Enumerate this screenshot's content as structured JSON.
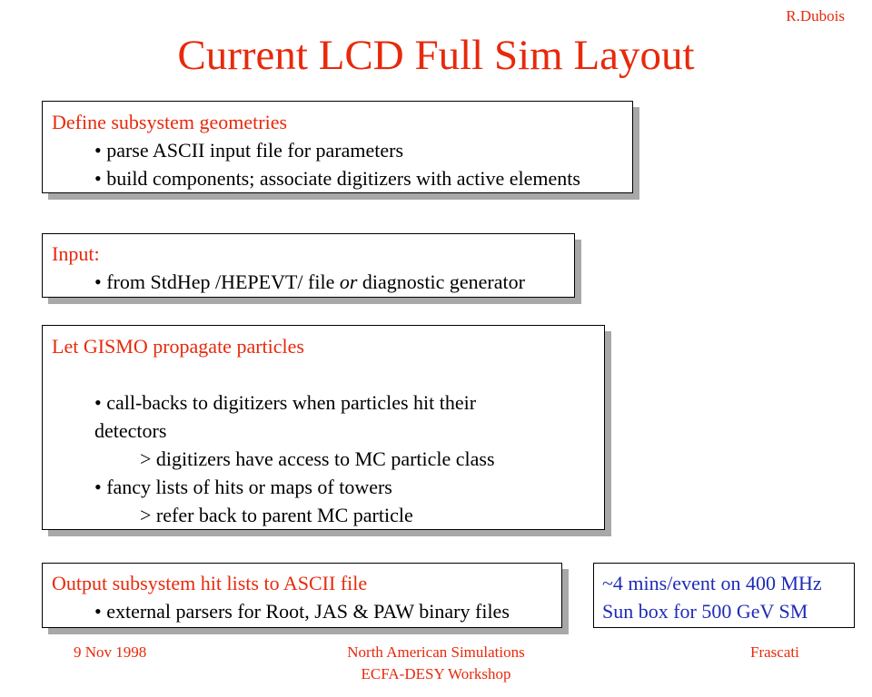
{
  "author": "R.Dubois",
  "title": "Current LCD Full Sim Layout",
  "box1": {
    "heading": "Define subsystem geometries",
    "bullets": [
      "• parse ASCII input file for parameters",
      "• build components; associate digitizers with active elements"
    ]
  },
  "box2": {
    "heading": "Input:",
    "bullet_pre": "• from StdHep /HEPEVT/ file ",
    "bullet_em": "or",
    "bullet_post": " diagnostic generator"
  },
  "box3": {
    "heading": "Let GISMO propagate particles",
    "lines": [
      "•  call-backs to digitizers when particles hit their",
      "detectors",
      "> digitizers have access to MC particle class",
      "• fancy lists of hits or maps of towers",
      "> refer back to parent MC particle"
    ]
  },
  "box4": {
    "heading": "Output subsystem hit lists to ASCII file",
    "bullets": [
      "• external parsers for Root, JAS & PAW binary files"
    ]
  },
  "note": {
    "line1": "~4 mins/event on 400 MHz",
    "line2": "Sun box for 500 GeV SM"
  },
  "footer": {
    "date": "9 Nov 1998",
    "event_line1": "North American Simulations",
    "event_line2": "ECFA-DESY Workshop",
    "location": "Frascati"
  },
  "colors": {
    "heading": "#e8290b",
    "note_text": "#1f2bb6",
    "shadow": "#a8a8a8"
  }
}
